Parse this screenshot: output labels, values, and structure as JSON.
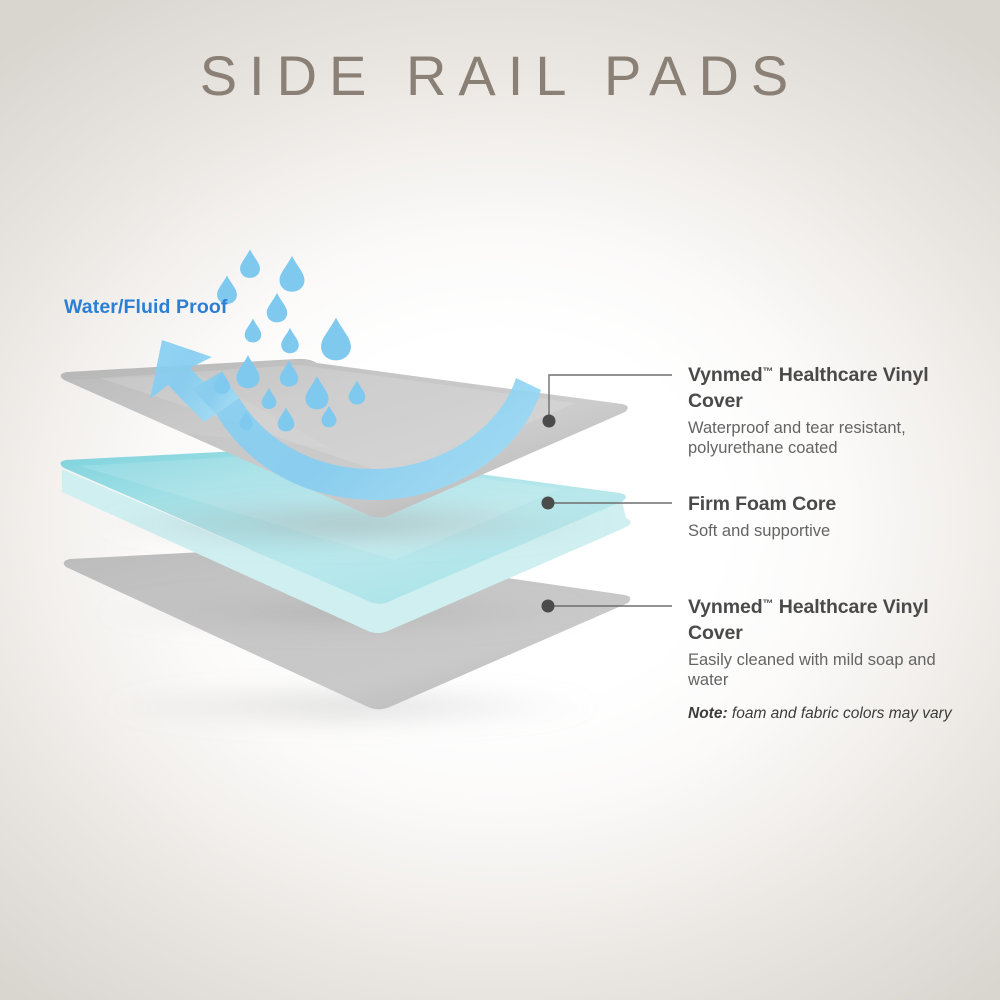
{
  "page": {
    "title": "SIDE RAIL PADS",
    "background_center_color": "#ffffff",
    "background_edge_color": "#dedbd6",
    "title_color": "#8a8075"
  },
  "diagram": {
    "type": "exploded-layer-product-diagram",
    "feature_badge": {
      "label": "Water/Fluid Proof",
      "color": "#2b7fd4",
      "icon": "water-droplets-icon",
      "arrow_icon": "repel-arrow-icon",
      "accent_color": "#7fc9ef"
    },
    "layers": [
      {
        "id": "top-vinyl-cover",
        "name": "Vynmed™ Healthcare Vinyl Cover",
        "color": "#c3c3c3",
        "order": 1
      },
      {
        "id": "foam-core",
        "name": "Firm Foam Core",
        "color": "#8fd8e0",
        "edge_color": "#c8ecee",
        "order": 2
      },
      {
        "id": "bottom-vinyl-cover",
        "name": "Vynmed™ Healthcare Vinyl Cover",
        "color": "#c2c2c2",
        "order": 3
      }
    ]
  },
  "callouts": [
    {
      "title": "Vynmed",
      "trademark": "™",
      "title_rest": " Healthcare Vinyl Cover",
      "description": "Waterproof and tear resistant, polyurethane coated"
    },
    {
      "title": "Firm Foam Core",
      "trademark": "",
      "title_rest": "",
      "description": "Soft and supportive"
    },
    {
      "title": "Vynmed",
      "trademark": "™",
      "title_rest": " Healthcare Vinyl Cover",
      "description": "Easily cleaned with mild soap and water"
    }
  ],
  "note": {
    "label": "Note:",
    "text": " foam and fabric colors may vary"
  }
}
